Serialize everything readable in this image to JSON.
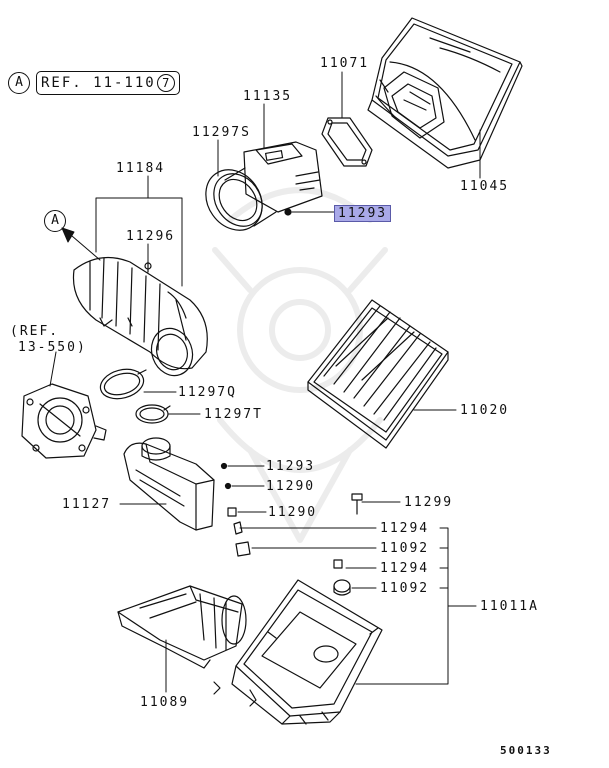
{
  "callouts": {
    "circle_a_top": "A",
    "ref_main_prefix": "REF. 11-110",
    "ref_main_circle": "7",
    "ref_throttle_line1": "(REF.",
    "ref_throttle_line2": "13-550)",
    "circle_a_intake": "A"
  },
  "parts": {
    "p11071": "11071",
    "p11135": "11135",
    "p11297s": "11297S",
    "p11045": "11045",
    "p11293_highlight": "11293",
    "p11184": "11184",
    "p11296": "11296",
    "p11297q": "11297Q",
    "p11297t": "11297T",
    "p11020": "11020",
    "p11293": "11293",
    "p11290a": "11290",
    "p11290b": "11290",
    "p11127": "11127",
    "p11299": "11299",
    "p11294a": "11294",
    "p11092a": "11092",
    "p11294b": "11294",
    "p11092b": "11092",
    "p11011a": "11011A",
    "p11089": "11089"
  },
  "catalog_number": "500133",
  "colors": {
    "highlight": "#a9a9e8",
    "line": "#111111",
    "watermark": "#eeeeee"
  }
}
